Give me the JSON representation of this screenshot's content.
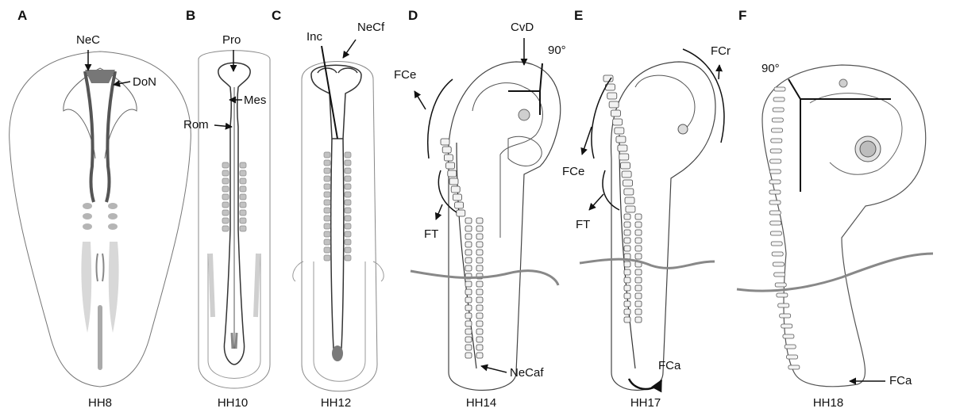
{
  "panels": [
    {
      "letter": "A",
      "stage": "HH8"
    },
    {
      "letter": "B",
      "stage": "HH10"
    },
    {
      "letter": "C",
      "stage": "HH12"
    },
    {
      "letter": "D",
      "stage": "HH14"
    },
    {
      "letter": "E",
      "stage": "HH17"
    },
    {
      "letter": "F",
      "stage": "HH18"
    }
  ],
  "labels": {
    "necm": "NeC",
    "don": "DoN",
    "pro": "Pro",
    "mes": "Mes",
    "rom": "Rom",
    "inc": "Inc",
    "necf": "NeCf",
    "cvd": "CvD",
    "angle_d": "90°",
    "fce_d": "FCe",
    "ft_d": "FT",
    "necaf": "NeCaf",
    "fcr": "FCr",
    "fce_e": "FCe",
    "ft_e": "FT",
    "fca_e": "FCa",
    "angle_f": "90°",
    "fca_f": "FCa"
  },
  "colors": {
    "outline": "#555555",
    "line": "#111111",
    "neural_dark": "#6b6b6b",
    "somite_fill": "#b9b9b9",
    "light_fill": "#d4d4d4"
  }
}
